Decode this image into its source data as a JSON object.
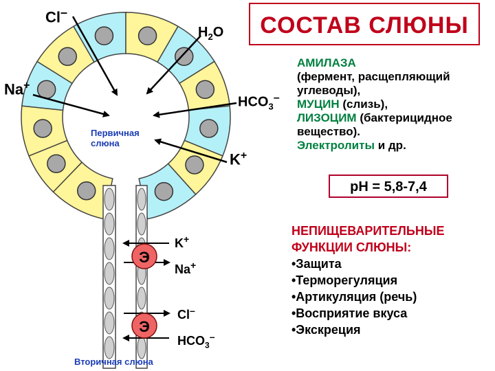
{
  "title": "СОСТАВ СЛЮНЫ",
  "ions": {
    "cl_top": "Cl",
    "cl_top_charge": "–",
    "h2o": "H",
    "h2o_sub": "2",
    "h2o_tail": "O",
    "na": "Na",
    "na_charge": "+",
    "hco3": "HCO",
    "hco3_sub": "3",
    "hco3_charge": "–",
    "k": "K",
    "k_charge": "+"
  },
  "primary_saliva": [
    "Первичная",
    "слюна"
  ],
  "secondary_saliva": "Вторичная слюна",
  "duct_cells": [
    "Э",
    "Э"
  ],
  "duct_ions": {
    "k": "K",
    "k_charge": "+",
    "na": "Na",
    "na_charge": "+",
    "cl": "Cl",
    "cl_charge": "–",
    "hco3": "HCO",
    "hco3_sub": "3",
    "hco3_charge": "–"
  },
  "composition": {
    "amylase": "АМИЛАЗА",
    "amylase_note_1": "(фермент, расщепляющий",
    "amylase_note_2": "углеводы),",
    "mucin": "МУЦИН",
    "mucin_note": "(слизь),",
    "lysozyme": "ЛИЗОЦИМ",
    "lysozyme_note_1": "(бактерицидное",
    "lysozyme_note_2": "вещество).",
    "electrolytes": "Электролиты",
    "electrolytes_tail": "и др."
  },
  "ph": "рН = 5,8-7,4",
  "functions": {
    "heading_1": "НЕПИЩЕВАРИТЕЛЬНЫЕ",
    "heading_2": "ФУНКЦИИ СЛЮНЫ:",
    "items": [
      "•Защита",
      "•Терморегуляция",
      "•Артикуляция (речь)",
      "•Восприятие вкуса",
      "•Экскреция"
    ]
  },
  "colors": {
    "yellow_cell": "#fff59a",
    "cyan_cell": "#b4f0f8",
    "nucleus": "#a8a8a8",
    "title_red": "#c0001a",
    "green": "#008040",
    "blue": "#1a3cb4"
  }
}
